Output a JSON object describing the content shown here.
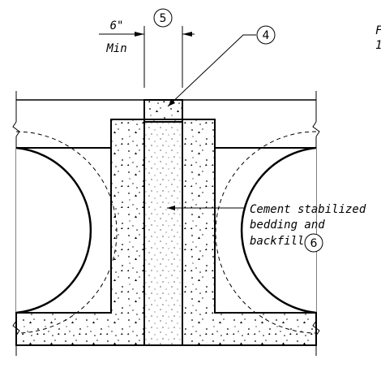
{
  "dimension": {
    "value": "6\"",
    "qualifier": "Min"
  },
  "callouts": {
    "c4": "4",
    "c5": "5",
    "c6": "6"
  },
  "note_lines": [
    "Cement stabilized",
    "bedding and",
    "backfill"
  ],
  "edge_text": [
    "F",
    "1"
  ]
}
